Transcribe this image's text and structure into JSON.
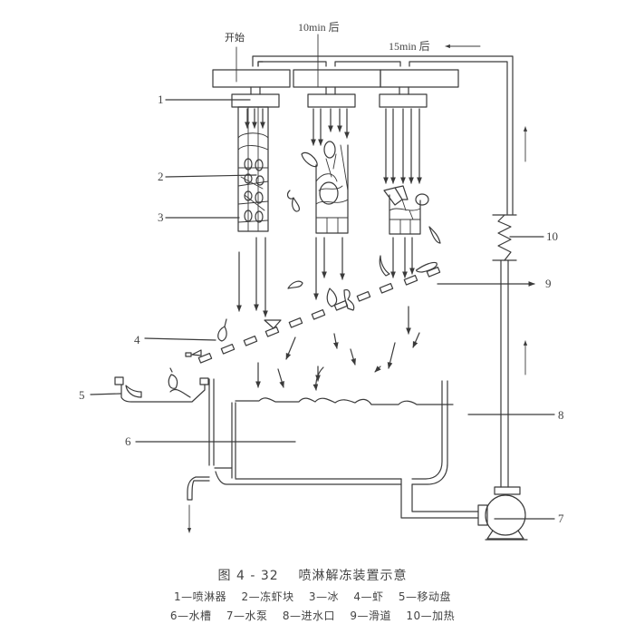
{
  "figure": {
    "number": "图 4 - 32",
    "title": "喷淋解冻装置示意"
  },
  "stage_labels": {
    "start": "开始",
    "after_10min": "10min 后",
    "after_15min": "15min 后"
  },
  "callouts": [
    "1",
    "2",
    "3",
    "4",
    "5",
    "6",
    "7",
    "8",
    "9",
    "10"
  ],
  "legend": [
    {
      "num": "1",
      "name": "喷淋器"
    },
    {
      "num": "2",
      "name": "冻虾块"
    },
    {
      "num": "3",
      "name": "冰"
    },
    {
      "num": "4",
      "name": "虾"
    },
    {
      "num": "5",
      "name": "移动盘"
    },
    {
      "num": "6",
      "name": "水槽"
    },
    {
      "num": "7",
      "name": "水泵"
    },
    {
      "num": "8",
      "name": "进水口"
    },
    {
      "num": "9",
      "name": "滑道"
    },
    {
      "num": "10",
      "name": "加热"
    }
  ],
  "separator": "—"
}
